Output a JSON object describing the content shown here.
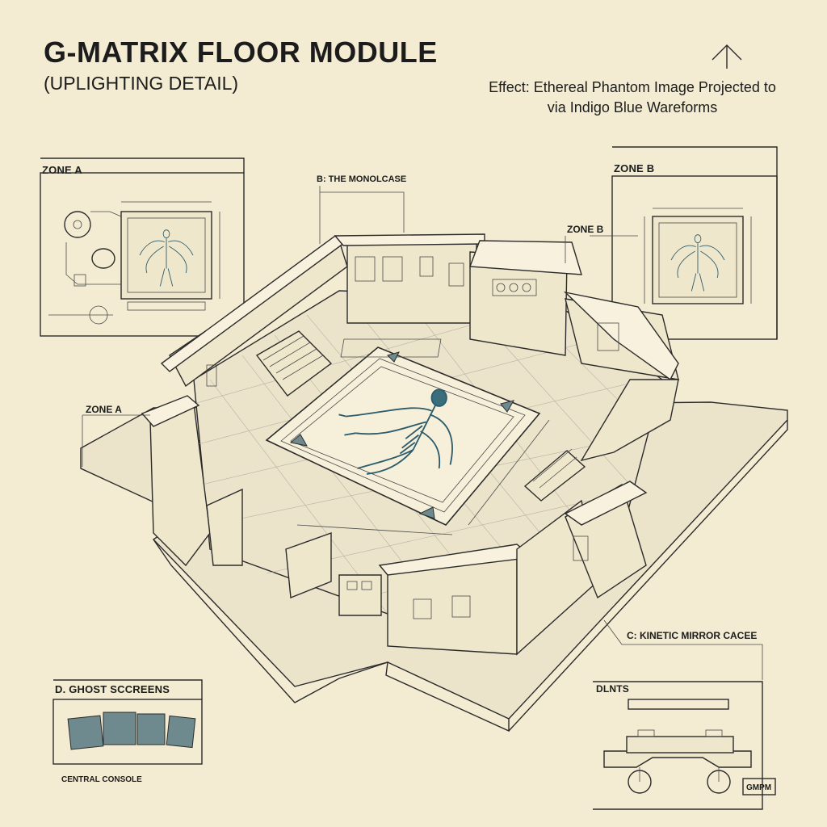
{
  "header": {
    "title": "G-MATRIX FLOOR MODULE",
    "subtitle": "(UPLIGHTING DETAIL)",
    "effect_line1": "Effect: Ethereal Phantom Image Projected to",
    "effect_line2": "via Indigo Blue Wareforms"
  },
  "labels": {
    "zone_a_box": "ZONE A",
    "zone_b_box": "ZONE B",
    "monolcase": "B: THE MONOLCASE",
    "zone_b_callout": "ZONE B",
    "zone_a_callout": "ZONE A",
    "kinetic": "C: KINETIC MIRROR CACEE",
    "ghost": "D. GHOST SCCREENS",
    "central_console": "CENTRAL CONSOLE",
    "dlnts": "DLNTS",
    "gmpm": "GMPM"
  },
  "colors": {
    "paper": "#f3ecd2",
    "ink": "#2b2b2b",
    "phantom": "#2c5b6b"
  },
  "icons": [
    "north-arrow-icon",
    "phantom-figure-icon"
  ]
}
